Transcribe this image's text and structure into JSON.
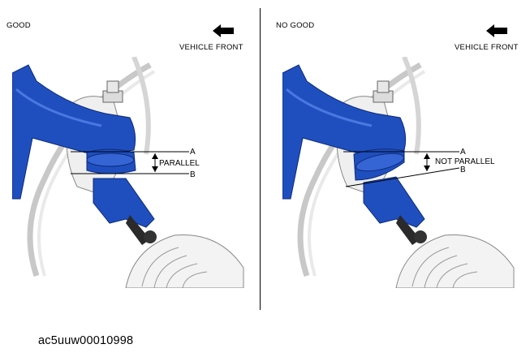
{
  "left_panel": {
    "status": "GOOD",
    "direction": "VEHICLE FRONT",
    "label_a": "A",
    "label_b": "B",
    "callout": "PARALLEL"
  },
  "right_panel": {
    "status": "NO GOOD",
    "direction": "VEHICLE FRONT",
    "label_a": "A",
    "label_b": "B",
    "callout": "NOT PARALLEL"
  },
  "figure_id": "ac5uuw00010998",
  "colors": {
    "boot_blue": "#1f4fbf",
    "boot_dark": "#0c2a7a",
    "metal_light": "#e6e6e6",
    "line": "#000000"
  }
}
